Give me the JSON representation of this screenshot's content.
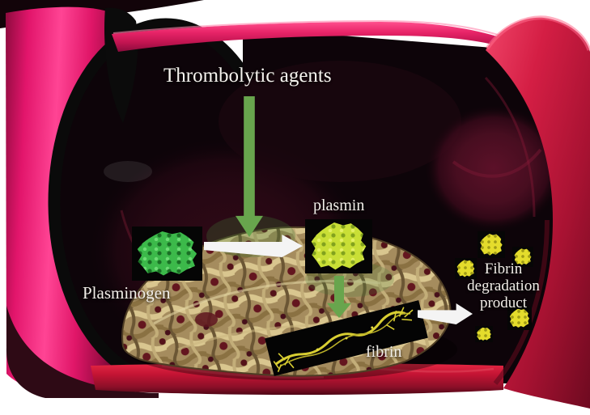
{
  "figure": {
    "title": "Thrombolytic agents",
    "labels": {
      "plasminogen": "Plasminogen",
      "plasmin": "plasmin",
      "fibrin": "fibrin"
    },
    "degradation_label": {
      "line1": "Fibrin",
      "line2": "degradation",
      "line3": "product"
    },
    "colors": {
      "vessel_pink": "#f0217a",
      "vessel_red": "#c11434",
      "interior_dark": "#0d0409",
      "clot_tan": "#a58c5e",
      "arrow_green": "#68a54d",
      "arrow_white": "#f4f4f4",
      "plasminogen_green": "#3cb94a",
      "plasmin_yellow_green": "#c9df36",
      "fibrin_yellow": "#d8ce32",
      "fragment_yellow": "#e4dc2c"
    }
  }
}
